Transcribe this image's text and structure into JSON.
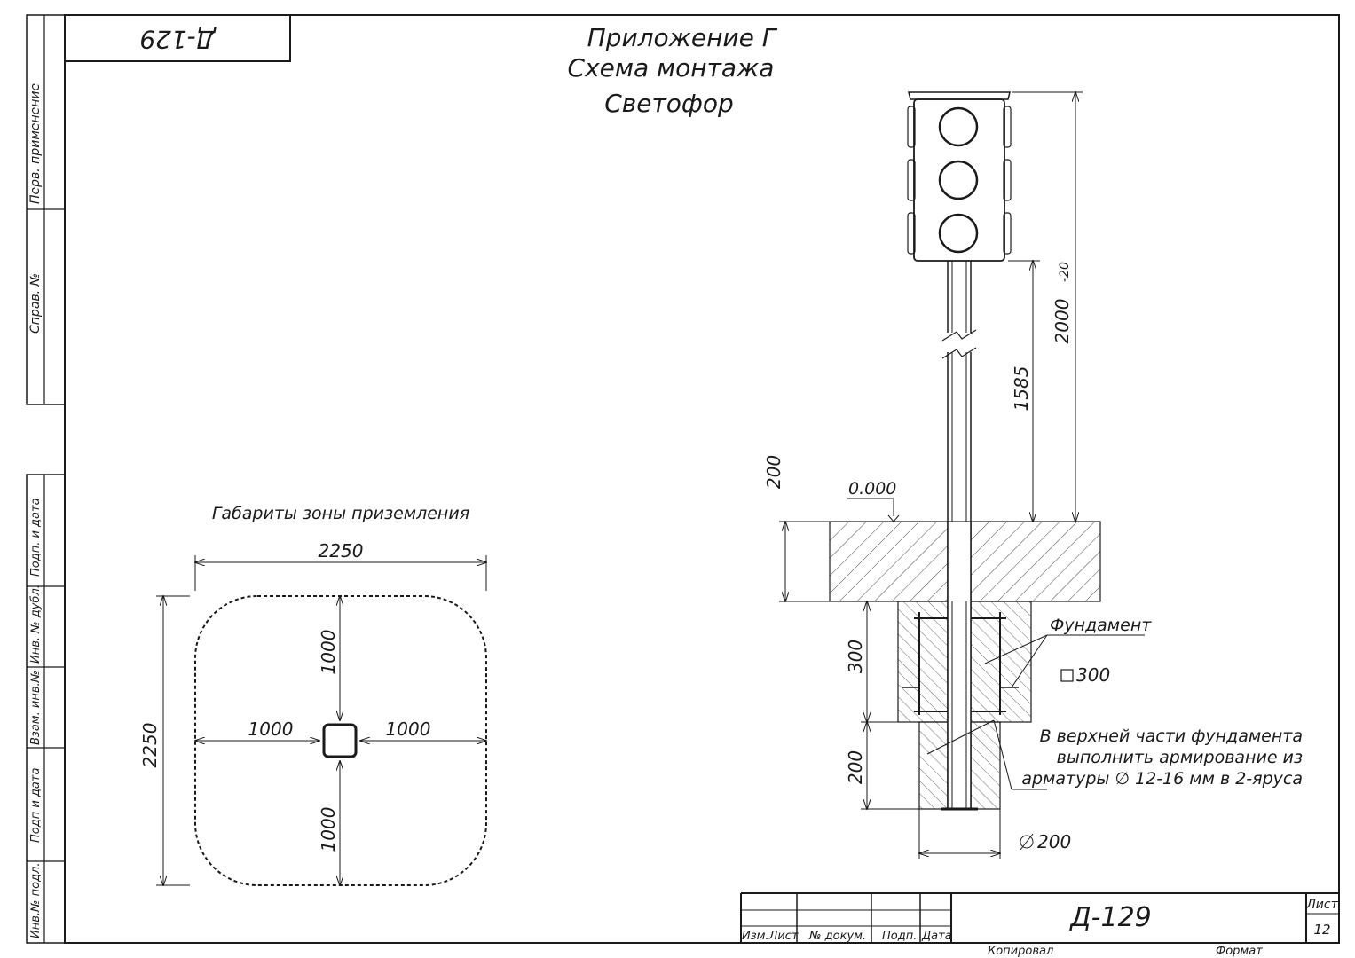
{
  "stamp_corner": "Д-129",
  "title": {
    "line1": "Приложение Г",
    "line2": "Схема монтажа",
    "line3": "Светофор"
  },
  "side_strip": {
    "perv_primenenie": "Перв. применение",
    "sprav_no": "Справ. №",
    "podp_i_data_1": "Подп. и дата",
    "inv_no_dubl": "Инв. № дубл.",
    "vzam_inv_no": "Взам. инв.№",
    "podp_i_data_2": "Подп и дата",
    "inv_no_podl": "Инв.№ подл."
  },
  "grounding_zone": {
    "caption": "Габариты зоны приземления",
    "dim_width": "2250",
    "dim_height": "2250",
    "dim_top": "1000",
    "dim_bottom": "1000",
    "dim_left": "1000",
    "dim_right": "1000"
  },
  "traffic_light": {
    "dim_total": "2000",
    "dim_total_tol": "-20",
    "dim_pole": "1585",
    "dim_slab": "200",
    "level_mark": "0.000",
    "dim_foundation": "300",
    "dim_lower": "200",
    "foundation_label": "Фундамент",
    "square_label": "300",
    "diameter_label": "200",
    "note_line1": "В верхней части фундамента",
    "note_line2": "выполнить армирование из",
    "note_line3": "арматуры ∅ 12-16 мм в 2-яруса"
  },
  "title_block": {
    "izm": "Изм.",
    "list": "Лист",
    "doc_no": "№ докум.",
    "podp": "Подп.",
    "data": "Дата",
    "code": "Д-129",
    "sheet_label": "Лист",
    "sheet_no": "12",
    "kopiroval": "Копировал",
    "format": "Формат"
  }
}
